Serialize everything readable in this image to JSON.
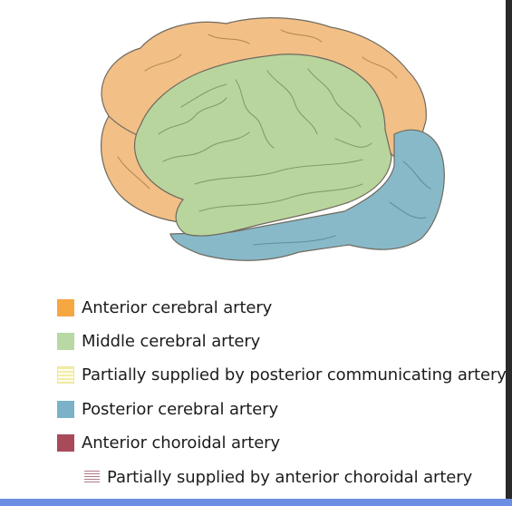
{
  "figure": {
    "alt_name": "brain-lateral-view",
    "colors": {
      "anterior": "#f2bf87",
      "middle": "#b8d59d",
      "posterior": "#88b9c9",
      "outline": "#6f6a5e",
      "sulci_middle": "#7f9e68",
      "sulci_anterior": "#b98a55",
      "sulci_posterior": "#5f8e9e"
    }
  },
  "legend": {
    "items": [
      {
        "label": "Anterior cerebral artery",
        "color": "#f5a742",
        "style": "solid"
      },
      {
        "label": "Middle cerebral artery",
        "color": "#b8d9a4",
        "style": "solid"
      },
      {
        "label": "Partially supplied by posterior communicating artery",
        "color": "#f7f1b8",
        "style": "striped"
      },
      {
        "label": "Posterior cerebral artery",
        "color": "#7bb2c8",
        "style": "solid"
      },
      {
        "label": "Anterior choroidal artery",
        "color": "#a84a5a",
        "style": "solid"
      },
      {
        "label": "Partially supplied by anterior choroidal artery",
        "color": "#b07b86",
        "style": "lined"
      }
    ]
  }
}
